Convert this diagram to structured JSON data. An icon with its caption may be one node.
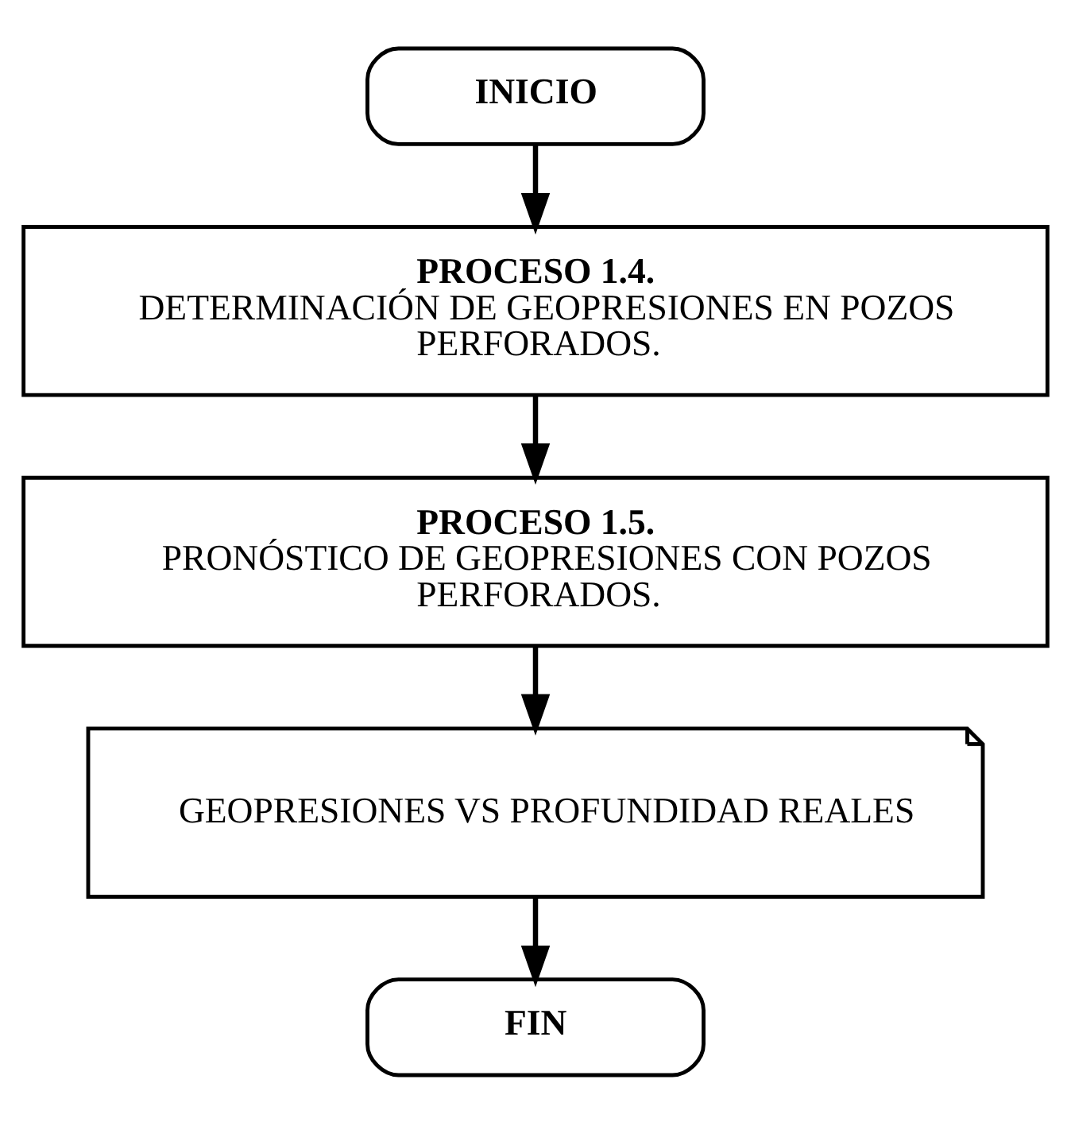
{
  "diagram": {
    "nodes": [
      {
        "text": [
          "INICIO"
        ]
      },
      {
        "text": [
          "PROCESO 1.4.",
          "DETERMINACIÓN DE GEOPRESIONES EN POZOS PERFORADOS."
        ]
      },
      {
        "text": [
          "PROCESO 1.5.",
          "PRONÓSTICO DE GEOPRESIONES CON POZOS PERFORADOS."
        ]
      },
      {
        "text": [
          "GEOPRESIONES VS PROFUNDIDAD REALES"
        ]
      },
      {
        "text": [
          "FIN"
        ]
      }
    ],
    "edges": [
      {
        "from": 0,
        "to": 1,
        "arrow": "to"
      },
      {
        "from": 1,
        "to": 2,
        "arrow": "to"
      },
      {
        "from": 2,
        "to": 3,
        "arrow": "to"
      },
      {
        "from": 3,
        "to": 4,
        "arrow": "to"
      }
    ]
  }
}
